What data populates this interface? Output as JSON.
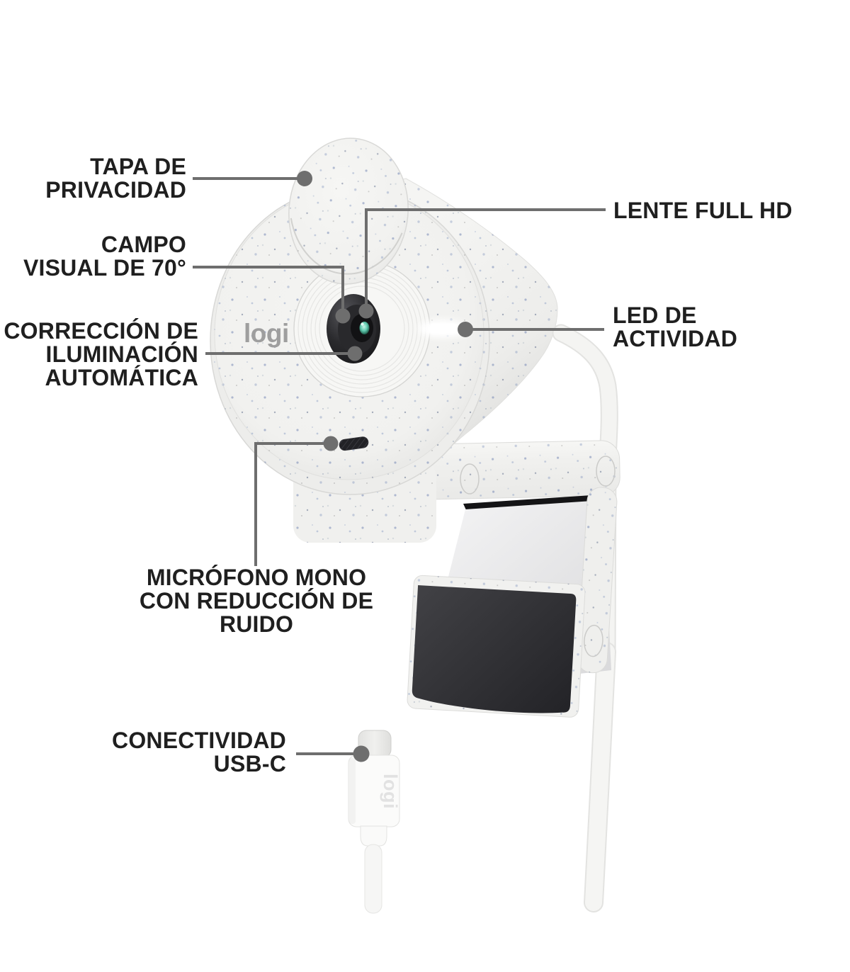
{
  "branding": {
    "face_logo": "logi",
    "plug_logo": "logi"
  },
  "labels": {
    "privacy_cover": {
      "lines": [
        "TAPA DE",
        "PRIVACIDAD"
      ]
    },
    "field_of_view": {
      "lines": [
        "CAMPO",
        "VISUAL DE 70°"
      ]
    },
    "auto_light_correction": {
      "lines": [
        "CORRECCIÓN DE",
        "ILUMINACIÓN",
        "AUTOMÁTICA"
      ]
    },
    "full_hd_lens": {
      "lines": [
        "LENTE FULL HD"
      ]
    },
    "activity_led": {
      "lines": [
        "LED DE",
        "ACTIVIDAD"
      ]
    },
    "mono_microphone": {
      "lines": [
        "MICRÓFONO MONO",
        "CON REDUCCIÓN DE",
        "RUIDO"
      ]
    },
    "usb_c_connectivity": {
      "lines": [
        "CONECTIVIDAD",
        "USB-C"
      ]
    }
  },
  "colors": {
    "background": "#ffffff",
    "body_plastic": "#f1f1ef",
    "speckle_blue": "#6d84b5",
    "leader": "#6e6e6e",
    "label_text": "#1f1f1f",
    "lens_dark": "#1d1d1f",
    "lens_glint": "#5fc9ae",
    "clip_flap": "#2e2e30",
    "led_light": "#ffffff"
  }
}
